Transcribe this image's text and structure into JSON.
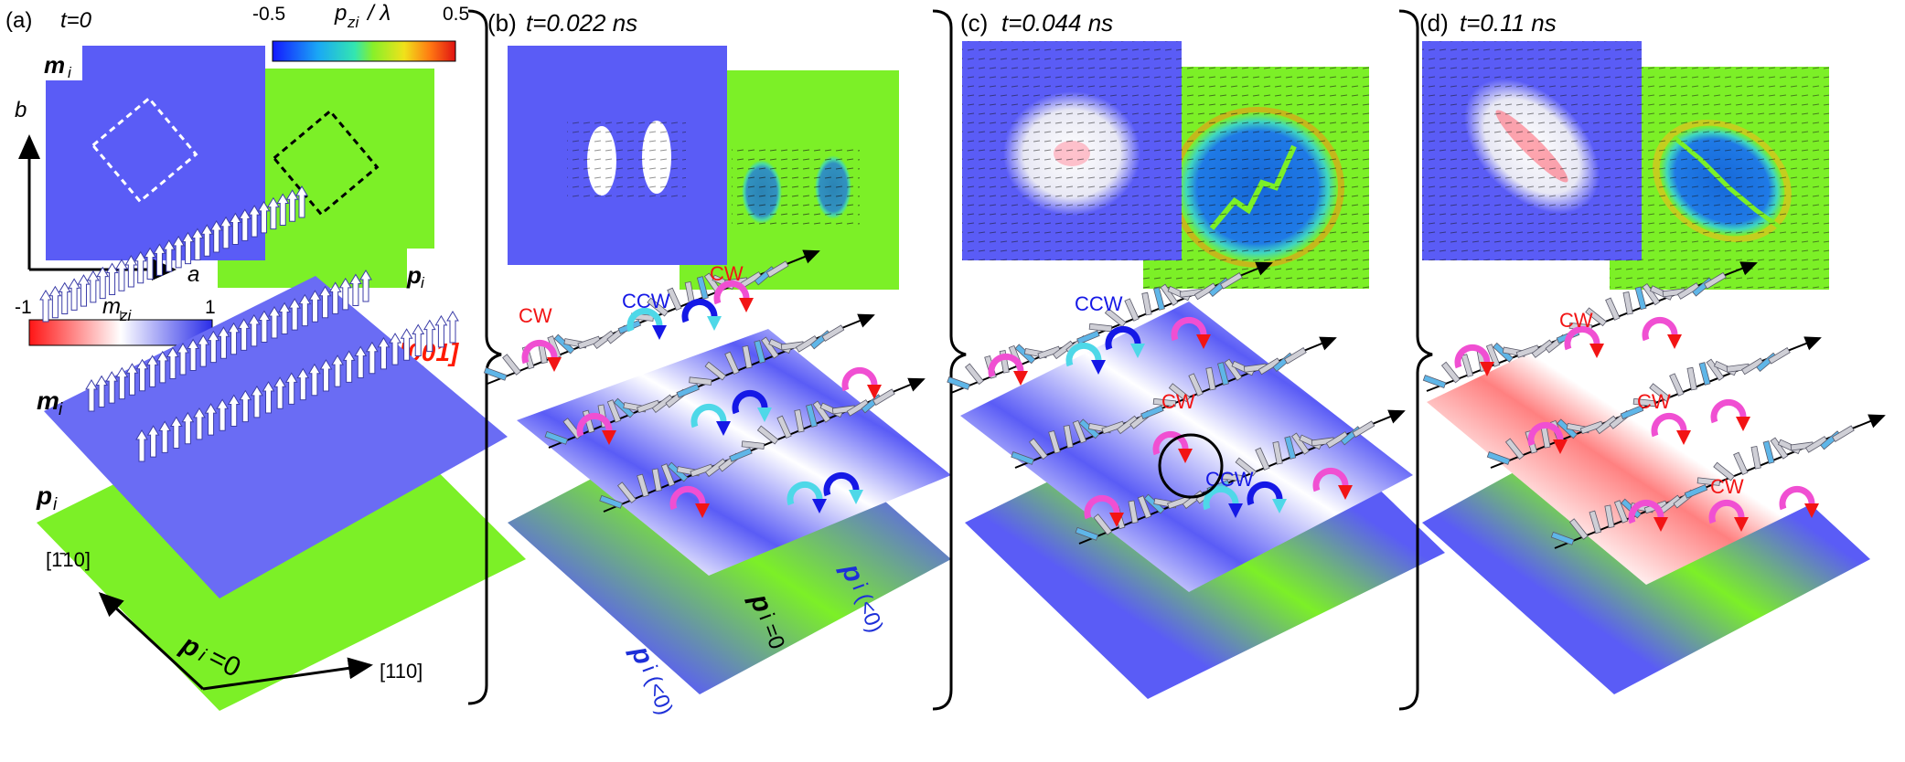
{
  "colors": {
    "map_blue": "#5a5cf6",
    "map_green": "#7cf027",
    "field_red": "#ff1a00",
    "spin_white": "#f2f2f4",
    "pz_negative_blue": "#1d6bd6",
    "cw_red": "#f21414",
    "cw_magenta": "#f04fd2",
    "ccw_blue": "#1518e6",
    "ccw_cyan": "#4ed8e8",
    "label_blue": "#1d2fd8"
  },
  "panel_a": {
    "label": "(a)",
    "time": "t=0",
    "m_label": "m",
    "m_sub": "i",
    "p_label": "p",
    "p_sub": "i",
    "axis_b": "b",
    "axis_a": "a",
    "field_label": "H||[001]",
    "dir_y": "[1̄10]",
    "dir_x": "[110]",
    "p_zero_label": "p",
    "p_zero_sub": "i",
    "p_zero_value": "=0"
  },
  "colorbar_p": {
    "title_main": "p",
    "title_sub": "zi",
    "title_tail": "/ λ",
    "min": "-0.5",
    "max": "0.5"
  },
  "colorbar_m": {
    "title_main": "m",
    "title_sub": "zi",
    "min": "-1",
    "max": "1"
  },
  "panel_b": {
    "label": "(b)",
    "time": "t=0.022 ns",
    "rot_labels": [
      "CW",
      "CCW",
      "CW"
    ],
    "p_neg_left": "p",
    "p_neg_left_tail": "i (<0)",
    "p_zero_mid": "p",
    "p_zero_mid_tail": "i =0",
    "p_neg_right": "p",
    "p_neg_right_tail": "i (<0)"
  },
  "panel_c": {
    "label": "(c)",
    "time": "t=0.044 ns",
    "rot_labels": [
      "CCW",
      "CW",
      "CCW"
    ]
  },
  "panel_d": {
    "label": "(d)",
    "time": "t=0.11 ns",
    "rot_labels": [
      "CW",
      "CW",
      "CW"
    ]
  }
}
